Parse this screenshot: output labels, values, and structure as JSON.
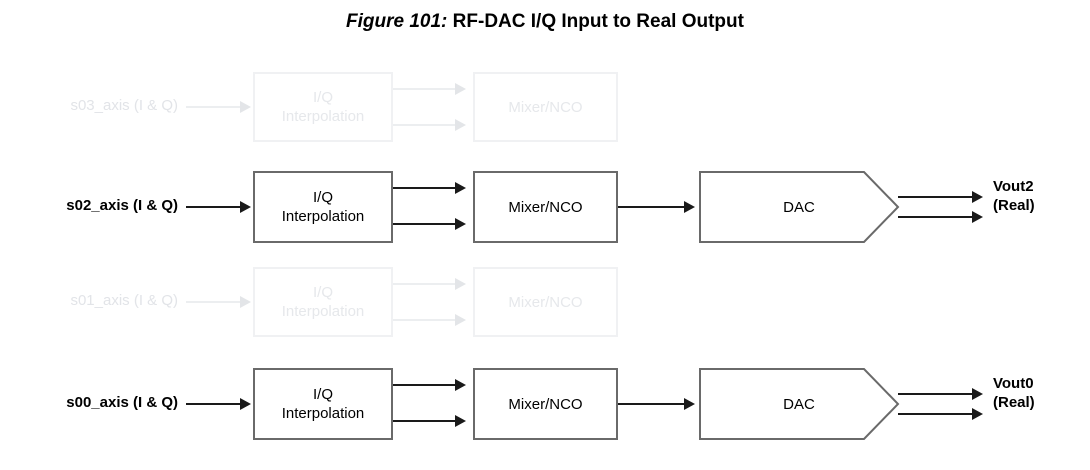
{
  "figure": {
    "number": "Figure 101:",
    "title": "RF-DAC I/Q Input to Real Output"
  },
  "colors": {
    "line": "#1a1a1a",
    "block_border": "#6a6a6a",
    "text": "#000000",
    "dimmed": "#e2e4e8",
    "background": "#ffffff"
  },
  "diagram": {
    "type": "block-diagram",
    "blocks": {
      "interpolation": "I/Q\nInterpolation",
      "interpolation_line1": "I/Q",
      "interpolation_line2": "Interpolation",
      "mixer": "Mixer/NCO",
      "dac": "DAC"
    },
    "rows": [
      {
        "id": "s03",
        "state": "dimmed",
        "input_label": "s03_axis (I & Q)",
        "stages": [
          "I/Q Interpolation",
          "Mixer/NCO"
        ],
        "output_label": null,
        "output_sub": null
      },
      {
        "id": "s02",
        "state": "active",
        "input_label": "s02_axis (I & Q)",
        "stages": [
          "I/Q Interpolation",
          "Mixer/NCO",
          "DAC"
        ],
        "output_label": "Vout2",
        "output_sub": "(Real)"
      },
      {
        "id": "s01",
        "state": "dimmed",
        "input_label": "s01_axis (I & Q)",
        "stages": [
          "I/Q Interpolation",
          "Mixer/NCO"
        ],
        "output_label": null,
        "output_sub": null
      },
      {
        "id": "s00",
        "state": "active",
        "input_label": "s00_axis (I & Q)",
        "stages": [
          "I/Q Interpolation",
          "Mixer/NCO",
          "DAC"
        ],
        "output_label": "Vout0",
        "output_sub": "(Real)"
      }
    ]
  }
}
